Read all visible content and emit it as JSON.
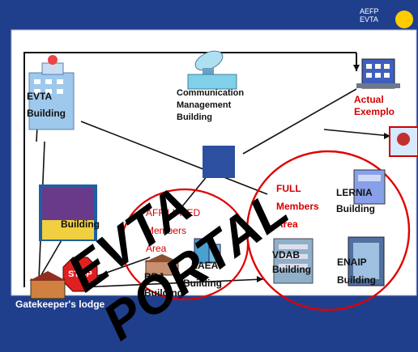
{
  "logo": {
    "line1": "AEFP",
    "line2": "EVTA"
  },
  "overlay_title": "EVTA PORTAL",
  "buildings": {
    "evta": {
      "line1": "EVTA",
      "line2": "Building"
    },
    "communication": {
      "line1": "Communication",
      "line2": "Management",
      "line3": "Building"
    },
    "actual": {
      "line1": "Actual",
      "line2": "Exemplo"
    },
    "left_area": {
      "line1": "Building"
    },
    "lernia": {
      "line1": "LERNIA",
      "line2": "Building"
    },
    "vdab": {
      "line1": "VDAB",
      "line2": "Building"
    },
    "enaip": {
      "line1": "ENAIP",
      "line2": "Building"
    },
    "bbj": {
      "line1": "BBJ",
      "line2": "Building"
    },
    "eaea": {
      "line1": "EAEA",
      "line2": "Building"
    },
    "stop": {
      "line1": "STOP"
    }
  },
  "areas": {
    "affiliated": {
      "line1": "AFFILIATED",
      "line2": "Members",
      "line3": "Area"
    },
    "full": {
      "line1": "FULL",
      "line2": "Members",
      "line3": "Area"
    }
  },
  "footer": "Gatekeeper's lodge",
  "colors": {
    "background": "#1f3f8c",
    "panel": "#ffffff",
    "accent_red": "#d40000",
    "ellipse": "#e00000"
  }
}
